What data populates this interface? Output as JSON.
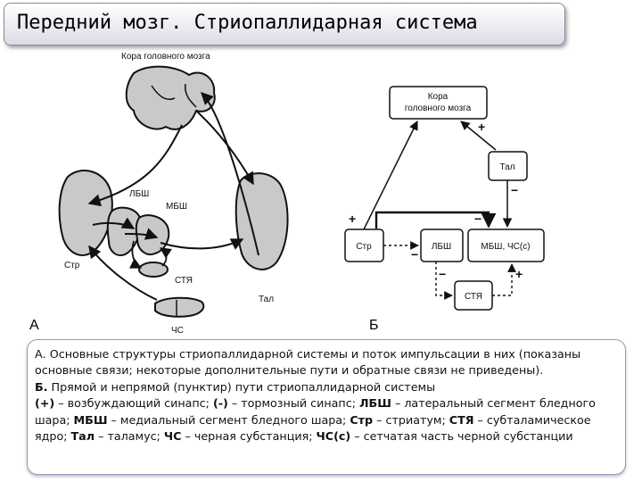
{
  "title": "Передний мозг. Стриопаллидарная система",
  "panel_a": {
    "label": "А",
    "cortex": "Кора головного мозга",
    "lbsh": "ЛБШ",
    "mbsh": "МБШ",
    "str": "Стр",
    "stya": "СТЯ",
    "chs": "ЧС",
    "tal": "Тал"
  },
  "panel_b": {
    "label": "Б",
    "cortex_line1": "Кора",
    "cortex_line2": "головного мозга",
    "tal": "Тал",
    "str": "Стр",
    "lbsh": "ЛБШ",
    "mbsh": "МБШ, ЧС(с)",
    "stya": "СТЯ",
    "plus": "+",
    "minus": "−"
  },
  "caption": {
    "a_label": "А.",
    "a_text": " Основные структуры стриопаллидарной системы и поток импульсации в них (показаны основные связи; некоторые дополнительные пути и обратные связи не приведены).",
    "b_label": "Б.",
    "b_text": " Прямой и непрямой (пунктир) пути стриопаллидарной системы",
    "plus_label": "(+)",
    "plus_text": " – возбуждающий синапс; ",
    "minus_label": "(-)",
    "minus_text": " – тормозный синапс; ",
    "lbsh_abbr": "ЛБШ",
    "lbsh_text": " – латеральный сегмент бледного шара; ",
    "mbsh_abbr": "МБШ",
    "mbsh_text": " – медиальный сегмент бледного шара; ",
    "str_abbr": "Стр",
    "str_text": " – стриатум; ",
    "stya_abbr": "СТЯ",
    "stya_text": " – субталамическое ядро; ",
    "tal_abbr": "Тал",
    "tal_text": " – таламус; ",
    "chs_abbr": "ЧС",
    "chs_text": " – черная субстанция; ",
    "chsc_abbr": "ЧС(с)",
    "chsc_text": " – сетчатая часть черной субстанции"
  }
}
